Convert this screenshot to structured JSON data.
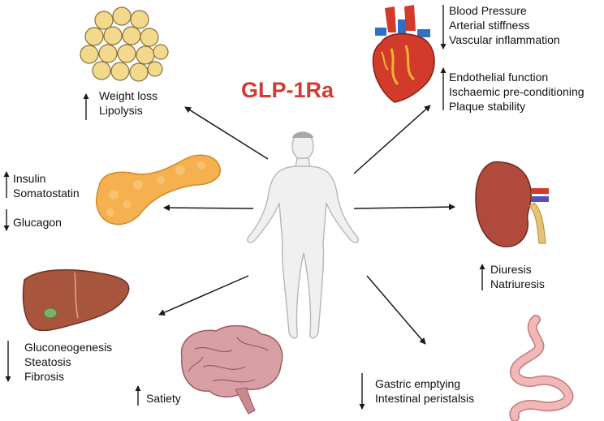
{
  "title": "GLP-1Ra",
  "colors": {
    "title": "#d23a32",
    "fat": "#f3d98b",
    "pancreas": "#f5b04f",
    "liver": "#a8553d",
    "brain": "#d8a0a4",
    "heart": "#d23a2a",
    "kidney": "#b04a3d",
    "intestine": "#f2b7b7",
    "body": "#f0f0f0"
  },
  "effects": {
    "adipose": {
      "up": [
        "Weight loss",
        "Lipolysis"
      ]
    },
    "pancreas": {
      "up": [
        "Insulin",
        "Somatostatin"
      ],
      "down": [
        "Glucagon"
      ]
    },
    "liver": {
      "down": [
        "Gluconeogenesis",
        "Steatosis",
        "Fibrosis"
      ]
    },
    "brain": {
      "up": [
        "Satiety"
      ]
    },
    "heart": {
      "down": [
        "Blood Pressure",
        "Arterial stiffness",
        "Vascular inflammation"
      ],
      "up": [
        "Endothelial function",
        "Ischaemic pre-conditioning",
        "Plaque stability"
      ]
    },
    "kidney": {
      "up": [
        "Diuresis",
        "Natriuresis"
      ]
    },
    "gut": {
      "down": [
        "Gastric emptying",
        "Intestinal peristalsis"
      ]
    }
  }
}
